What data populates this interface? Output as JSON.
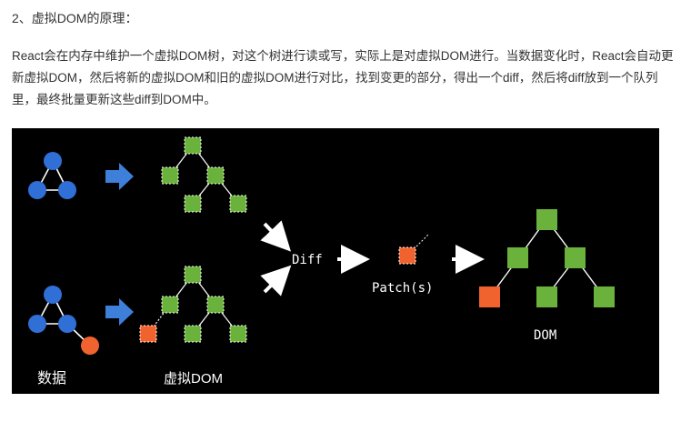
{
  "article": {
    "heading": "2、虚拟DOM的原理：",
    "paragraph": "React会在内存中维护一个虚拟DOM树，对这个树进行读或写，实际上是对虚拟DOM进行。当数据变化时，React会自动更新虚拟DOM，然后将新的虚拟DOM和旧的虚拟DOM进行对比，找到变更的部分，得出一个diff，然后将diff放到一个队列里，最终批量更新这些diff到DOM中。"
  },
  "figure": {
    "labels": {
      "data": "数据",
      "virtual_dom": "虚拟DOM",
      "diff": "Diff",
      "patch": "Patch(s)",
      "dom": "DOM"
    },
    "colors": {
      "background": "#000000",
      "data_node": "#2f6fd6",
      "tree_node": "#6ab23c",
      "changed_node": "#f0632e",
      "arrow_blue": "#3d7fd9",
      "arrow_white": "#ffffff",
      "text": "#ffffff"
    }
  }
}
